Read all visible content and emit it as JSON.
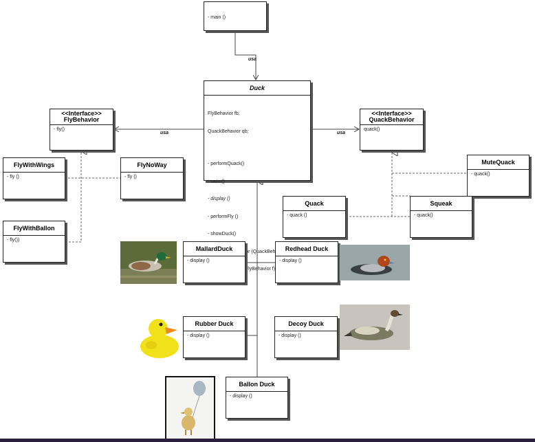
{
  "main_box": {
    "method": "- main ()"
  },
  "duck": {
    "title": "Duck",
    "fields": [
      "FlyBehavior fb;",
      "QuackBehavior qb;"
    ],
    "methods": [
      "- performQuack()",
      "- swim()",
      "- display ()",
      "- performFly ()",
      "- showDuck()",
      "- setQuackBehavior (QuackBehavior q)",
      "- setFlyBehevior (FlyBehavior f)"
    ]
  },
  "fly_behavior": {
    "stereotype": "<<Interface>>",
    "title": "FlyBehavior",
    "method": "- fly()"
  },
  "quack_behavior": {
    "stereotype": "<<Interface>>",
    "title": "QuackBehavior",
    "method": "quack()"
  },
  "fly_with_wings": {
    "title": "FlyWithWings",
    "method": "- fly ()"
  },
  "fly_no_way": {
    "title": "FlyNoWay",
    "method": "- fly ()"
  },
  "fly_with_ballon": {
    "title": "FlyWithBallon",
    "method": "- fly())"
  },
  "mute_quack": {
    "title": "MuteQuack",
    "method": "- quack()"
  },
  "quack": {
    "title": "Quack",
    "method": "- quack ()"
  },
  "squeak": {
    "title": "Squeak",
    "method": "- quack()"
  },
  "mallard_duck": {
    "title": "MallardDuck",
    "method": "- display ()"
  },
  "redhead_duck": {
    "title": "Redhead Duck",
    "method": "- display ()"
  },
  "rubber_duck": {
    "title": "Rubber Duck",
    "method": "- display ()"
  },
  "decoy_duck": {
    "title": "Decoy Duck",
    "method": "- display ()"
  },
  "ballon_duck": {
    "title": "Ballon Duck",
    "method": "- display ()"
  },
  "labels": {
    "usa_main": "usa",
    "usa_fly": "usa",
    "usa_quack": "usa"
  },
  "colors": {
    "line": "#444444",
    "dash": "#666666",
    "shadow": "#555555"
  },
  "images": [
    "mallard-duck-photo",
    "redhead-duck-photo",
    "rubber-duck-toy",
    "decoy-duck-carving",
    "balloon-duckling-photo"
  ]
}
